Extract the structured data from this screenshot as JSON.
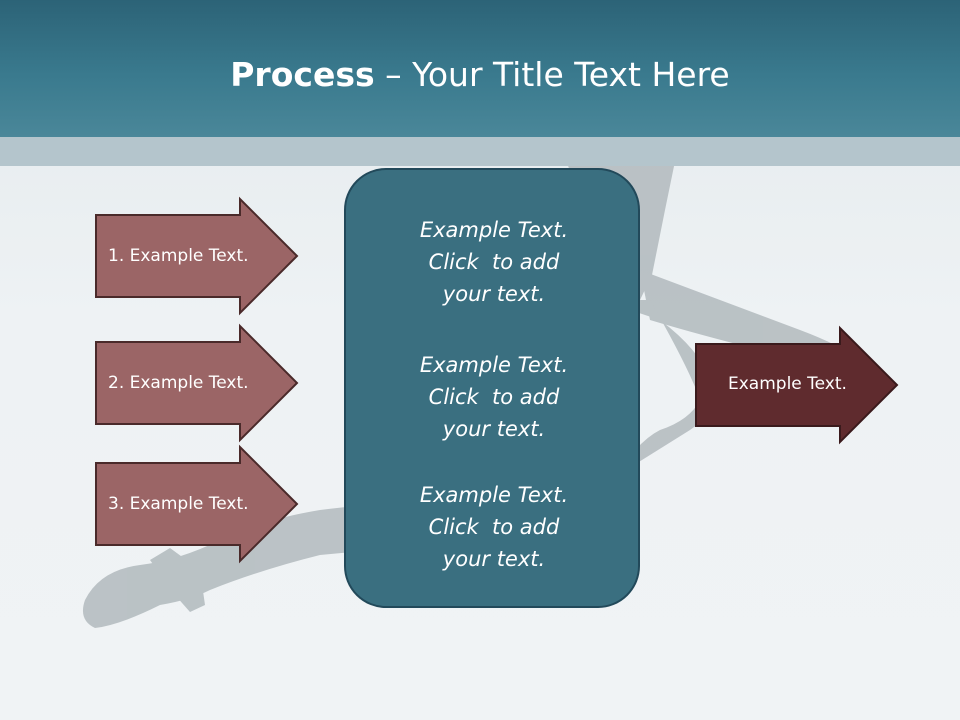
{
  "title": {
    "bold": "Process",
    "rest": " – Your Title Text Here"
  },
  "left_arrows": [
    {
      "label": "1. Example Text."
    },
    {
      "label": "2. Example Text."
    },
    {
      "label": "3. Example Text."
    }
  ],
  "center_box": {
    "blocks": [
      {
        "line1": "Example Text.",
        "line2": "Click  to add",
        "line3": "your text."
      },
      {
        "line1": "Example Text.",
        "line2": "Click  to add",
        "line3": "your text."
      },
      {
        "line1": "Example Text.",
        "line2": "Click  to add",
        "line3": "your text."
      }
    ]
  },
  "right_arrow": {
    "label": "Example Text."
  },
  "colors": {
    "header": "#3a7a8e",
    "left_arrow_fill": "#9b6566",
    "right_arrow_fill": "#5f2b2e",
    "center_box_fill": "#3a6f80"
  }
}
